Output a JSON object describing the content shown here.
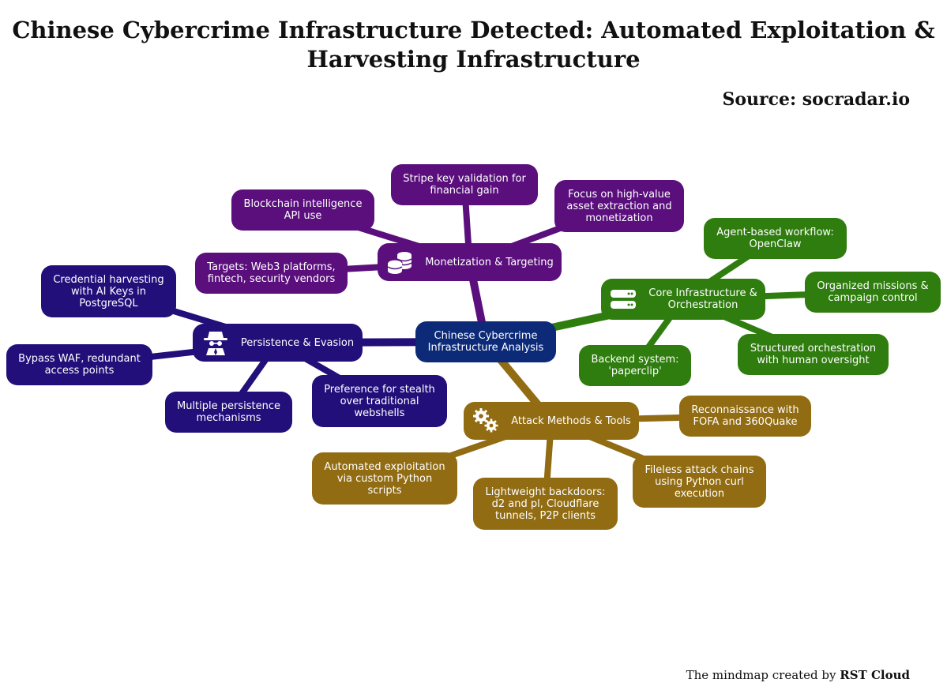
{
  "title": "Chinese Cybercrime Infrastructure Detected: Automated Exploitation & Harvesting Infrastructure",
  "source": "Source: socradar.io",
  "credit_prefix": "The mindmap created by",
  "credit_name": "RST Cloud",
  "colors": {
    "monetization": "#5a0f7d",
    "persistence": "#230f7a",
    "core": "#2f7d0e",
    "attack": "#916c12",
    "center": "#0c2a78"
  },
  "center": {
    "label": "Chinese Cybercrime Infrastructure Analysis"
  },
  "branches": {
    "monetization": {
      "label": "Monetization & Targeting",
      "icon": "coins-icon",
      "children": [
        "Stripe key validation for financial gain",
        "Blockchain intelligence API use",
        "Focus on high-value asset extraction and monetization",
        "Targets: Web3 platforms, fintech, security vendors"
      ]
    },
    "persistence": {
      "label": "Persistence & Evasion",
      "icon": "spy-icon",
      "children": [
        "Credential harvesting with AI Keys in PostgreSQL",
        "Bypass WAF, redundant access points",
        "Multiple persistence mechanisms",
        "Preference for stealth over traditional webshells"
      ]
    },
    "core": {
      "label": "Core Infrastructure & Orchestration",
      "icon": "server-icon",
      "children": [
        "Agent-based workflow: OpenClaw",
        "Organized missions & campaign control",
        "Backend system: 'paperclip'",
        "Structured orchestration with human oversight"
      ]
    },
    "attack": {
      "label": "Attack Methods & Tools",
      "icon": "gears-icon",
      "children": [
        "Reconnaissance with FOFA and 360Quake",
        "Automated exploitation via custom Python scripts",
        "Lightweight backdoors: d2 and pl, Cloudflare tunnels, P2P clients",
        "Fileless attack chains using Python curl execution"
      ]
    }
  }
}
